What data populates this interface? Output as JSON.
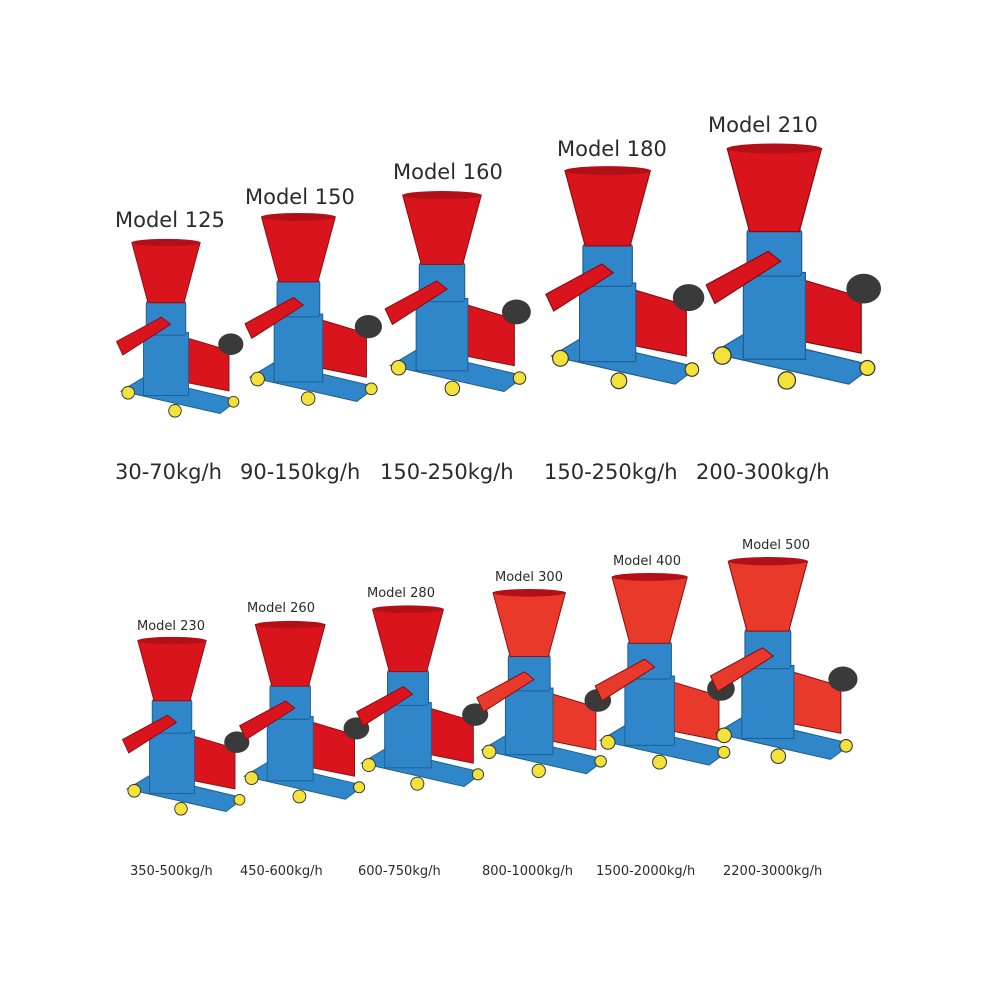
{
  "rows": [
    {
      "machines": [
        {
          "model": "Model 125",
          "capacity": "30-70kg/h"
        },
        {
          "model": "Model 150",
          "capacity": "90-150kg/h"
        },
        {
          "model": "Model 160",
          "capacity": "150-250kg/h"
        },
        {
          "model": "Model 180",
          "capacity": "150-250kg/h"
        },
        {
          "model": "Model 210",
          "capacity": "200-300kg/h"
        }
      ]
    },
    {
      "machines": [
        {
          "model": "Model 230",
          "capacity": "350-500kg/h"
        },
        {
          "model": "Model 260",
          "capacity": "450-600kg/h"
        },
        {
          "model": "Model 280",
          "capacity": "600-750kg/h"
        },
        {
          "model": "Model 300",
          "capacity": "800-1000kg/h"
        },
        {
          "model": "Model 400",
          "capacity": "1500-2000kg/h"
        },
        {
          "model": "Model 500",
          "capacity": "2200-3000kg/h"
        }
      ]
    }
  ],
  "colors": {
    "hopper_red": "#d9141c",
    "hopper_orange_red": "#e8392a",
    "body_blue": "#2f86c8",
    "wheel_yellow": "#f3e23a",
    "motor_dark": "#3a3a3a"
  },
  "icons": [
    "pellet-mill-machine-image"
  ]
}
